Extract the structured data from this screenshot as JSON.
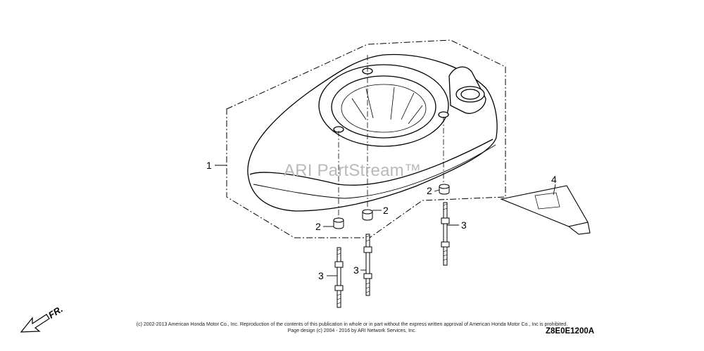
{
  "watermark": "ARI PartStream™",
  "callouts": {
    "part1": "1",
    "part2a": "2",
    "part2b": "2",
    "part2c": "2",
    "part3a": "3",
    "part3b": "3",
    "part3c": "3",
    "part4": "4"
  },
  "direction": "FR.",
  "footer": {
    "line1": "(c) 2002-2013 American Honda Motor Co., Inc. Reproduction of the contents of this publication in whole or in part without the express written approval of American Honda Motor Co., Inc is prohibited.",
    "line2": "Page design (c) 2004 - 2016 by ARI Network Services, Inc.",
    "diagram_code": "Z8E0E1200A"
  }
}
